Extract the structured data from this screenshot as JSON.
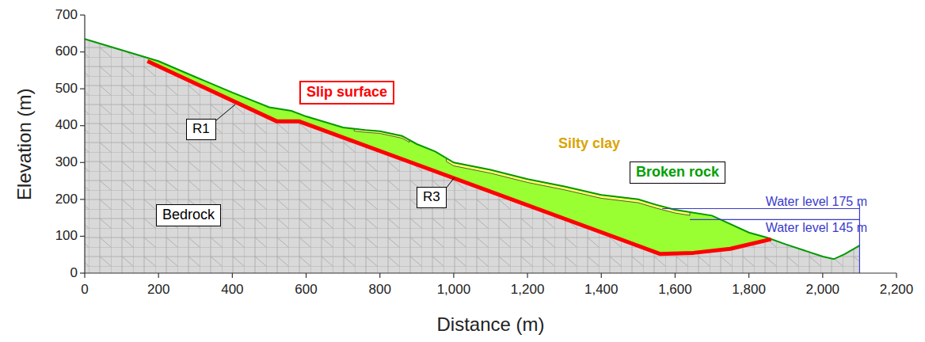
{
  "diagram": {
    "nodes": [
      {
        "text": [
          "R1"
        ]
      },
      {
        "text": [
          "Slip surface"
        ]
      },
      {
        "text": [
          "Bedrock"
        ]
      },
      {
        "text": [
          "R3"
        ]
      },
      {
        "text": [
          "Broken rock"
        ]
      }
    ],
    "labels": [
      "Elevation (m)",
      "Distance (m)",
      "0",
      "100",
      "200",
      "300",
      "400",
      "500",
      "600",
      "700",
      "0",
      "200",
      "400",
      "600",
      "800",
      "1,000",
      "1,200",
      "1,400",
      "1,600",
      "1,800",
      "2,000",
      "2,200",
      "Silty clay",
      "Water level 175 m",
      "Water level 145 m"
    ]
  }
}
